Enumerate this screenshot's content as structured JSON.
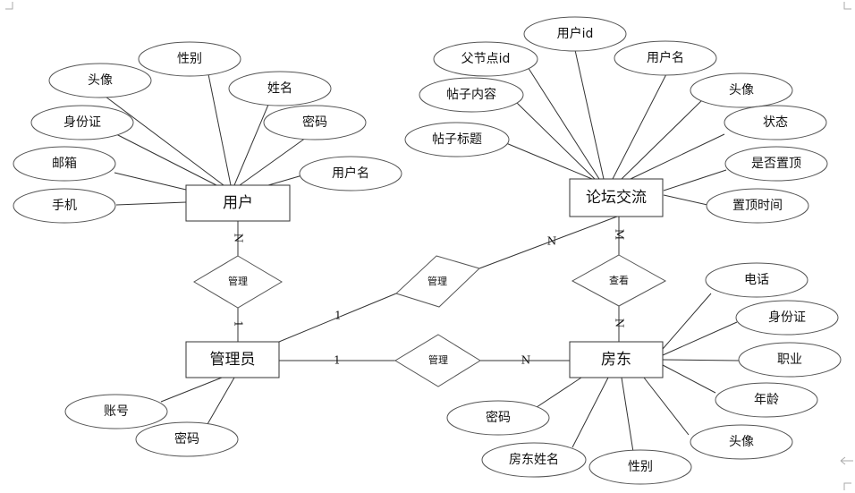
{
  "entities": {
    "user": "用户",
    "forum": "论坛交流",
    "admin": "管理员",
    "landlord": "房东"
  },
  "relationships": {
    "user_admin": "管理",
    "admin_forum": "管理",
    "admin_landlord": "管理",
    "landlord_forum": "查看"
  },
  "cardinalities": {
    "user_rel": "N",
    "rel_admin_top": "1",
    "admin_rel_diag": "1",
    "rel_forum": "N",
    "admin_rel_horiz": "1",
    "rel_landlord": "N",
    "forum_rel": "M",
    "rel_landlord_top": "N"
  },
  "user_attributes": {
    "avatar": "头像",
    "gender": "性别",
    "name": "姓名",
    "id_card": "身份证",
    "password": "密码",
    "email": "邮箱",
    "username": "用户名",
    "phone": "手机"
  },
  "forum_attributes": {
    "user_id": "用户id",
    "parent_id": "父节点id",
    "username": "用户名",
    "content": "帖子内容",
    "avatar": "头像",
    "status": "状态",
    "title": "帖子标题",
    "pinned": "是否置顶",
    "pin_time": "置顶时间"
  },
  "admin_attributes": {
    "account": "账号",
    "password": "密码"
  },
  "landlord_attributes": {
    "phone": "电话",
    "id_card": "身份证",
    "job": "职业",
    "age": "年龄",
    "password": "密码",
    "avatar": "头像",
    "name": "房东姓名",
    "gender": "性别"
  }
}
